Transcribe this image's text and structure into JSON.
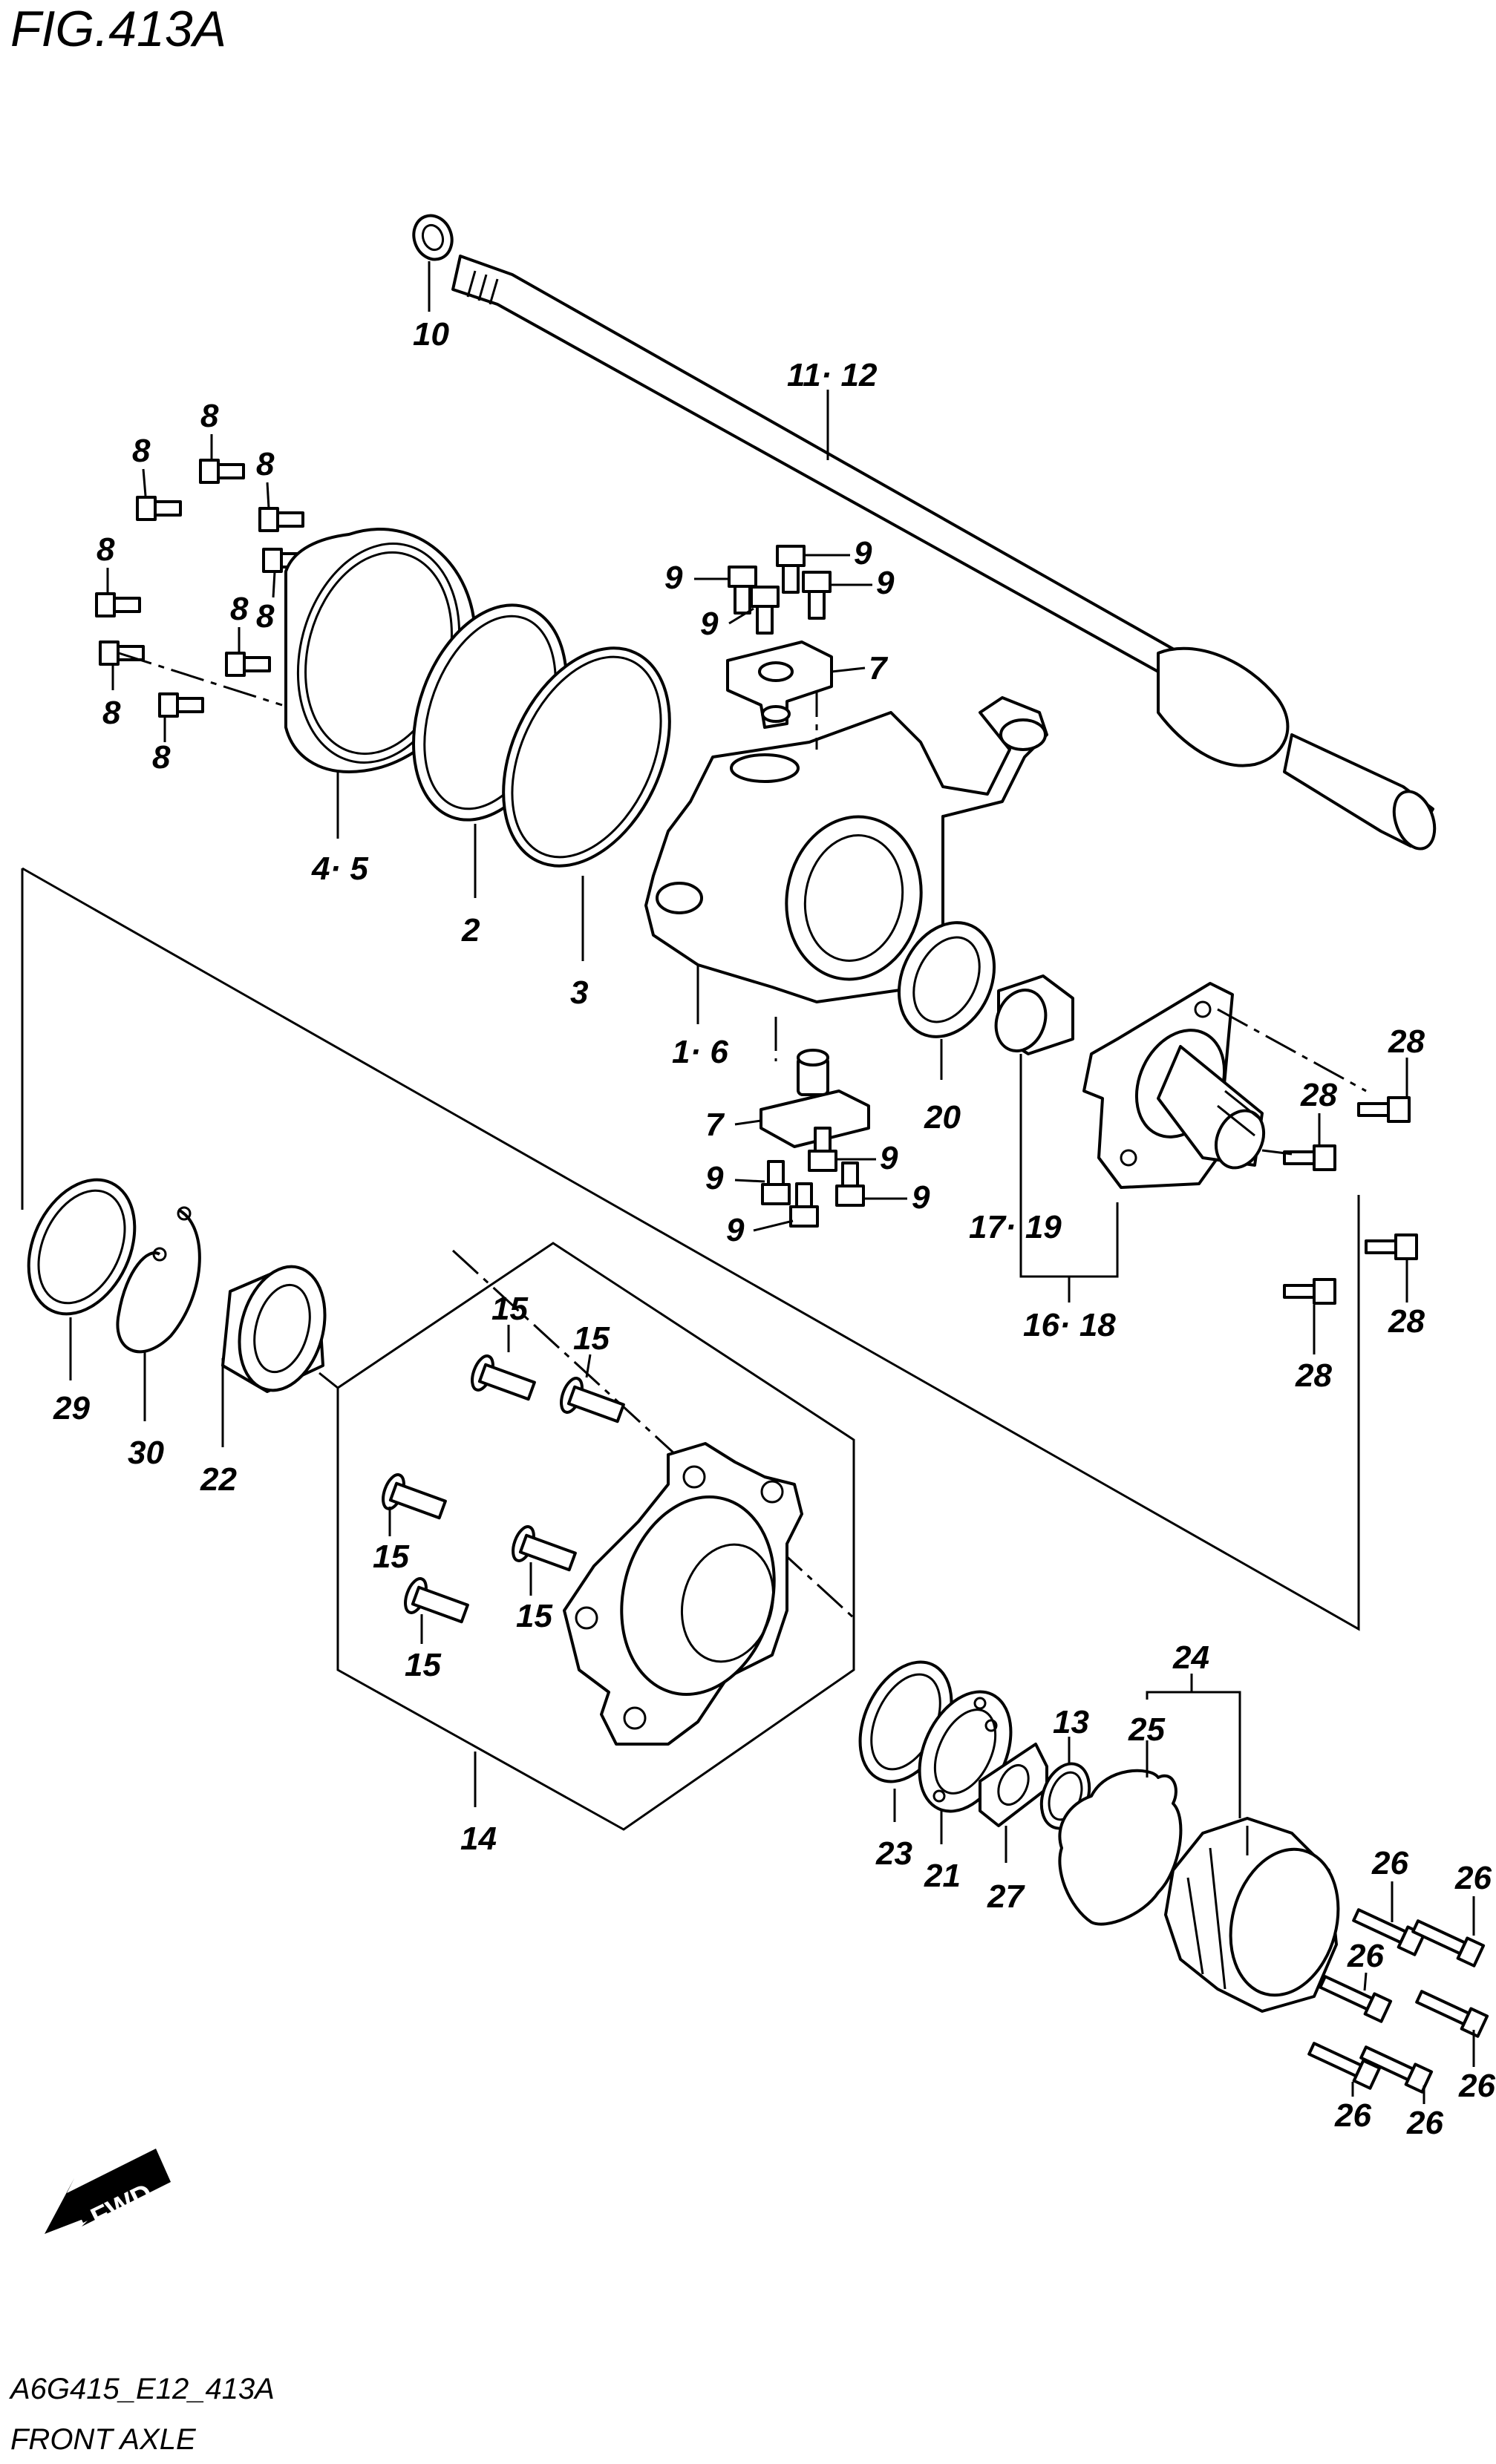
{
  "figure_title": "FIG.413A",
  "drawing_code": "A6G415_E12_413A",
  "caption": "FRONT AXLE",
  "fwd_label": "FWD",
  "callouts": {
    "c10": "10",
    "c11_12": "11· 12",
    "c8a": "8",
    "c8b": "8",
    "c8c": "8",
    "c8d": "8",
    "c8e": "8",
    "c8f": "8",
    "c8g": "8",
    "c8h": "8",
    "c9a": "9",
    "c9b": "9",
    "c9c": "9",
    "c9d": "9",
    "c9e": "9",
    "c9f": "9",
    "c9g": "9",
    "c9h": "9",
    "c7a": "7",
    "c7b": "7",
    "c4_5": "4· 5",
    "c2": "2",
    "c3": "3",
    "c1_6": "1· 6",
    "c20": "20",
    "c17_19": "17· 19",
    "c16_18": "16· 18",
    "c28a": "28",
    "c28b": "28",
    "c28c": "28",
    "c28d": "28",
    "c29": "29",
    "c30": "30",
    "c22": "22",
    "c15a": "15",
    "c15b": "15",
    "c15c": "15",
    "c15d": "15",
    "c15e": "15",
    "c14": "14",
    "c23": "23",
    "c21": "21",
    "c27": "27",
    "c13": "13",
    "c24": "24",
    "c25": "25",
    "c26a": "26",
    "c26b": "26",
    "c26c": "26",
    "c26d": "26",
    "c26e": "26",
    "c26f": "26"
  }
}
